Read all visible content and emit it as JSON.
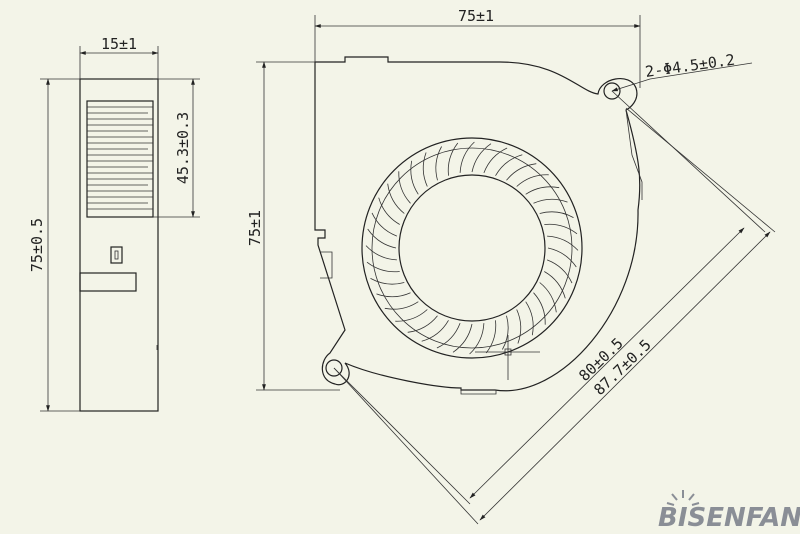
{
  "dimensions": {
    "side_width": "15±1",
    "side_height": "75±0.5",
    "side_inner_height": "45.3±0.3",
    "front_width": "75±1",
    "front_height": "75±1",
    "hole": "2-Φ4.5±0.2",
    "diag_inner": "80±0.5",
    "diag_outer": "87.7±0.5"
  },
  "brand": {
    "logo_text": "BISENFAN",
    "logo_color": "#8a8e96"
  },
  "colors": {
    "background": "#f3f4e8",
    "line": "#222222"
  }
}
